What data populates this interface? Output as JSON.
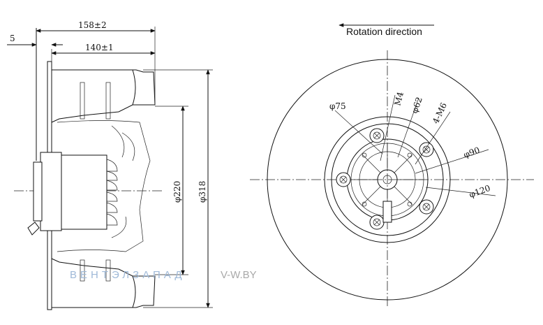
{
  "dimensions": {
    "offset": "5",
    "overall_depth": "158±2",
    "body_depth": "140±1",
    "inlet_diameter": "φ220",
    "outer_diameter": "φ318",
    "d75": "φ75",
    "thread_m4": "M4",
    "d62": "φ62",
    "thread_4m6": "4-M6",
    "d90": "φ90",
    "d120": "φ120"
  },
  "rotation_label": "Rotation direction",
  "watermark": {
    "brand": "ВЕНТЭЛЗАПАД",
    "site": "V-W.BY"
  },
  "colors": {
    "line": "#111111",
    "watermark_brand": "#9fb9d8",
    "watermark_site": "#a9a9a9"
  }
}
